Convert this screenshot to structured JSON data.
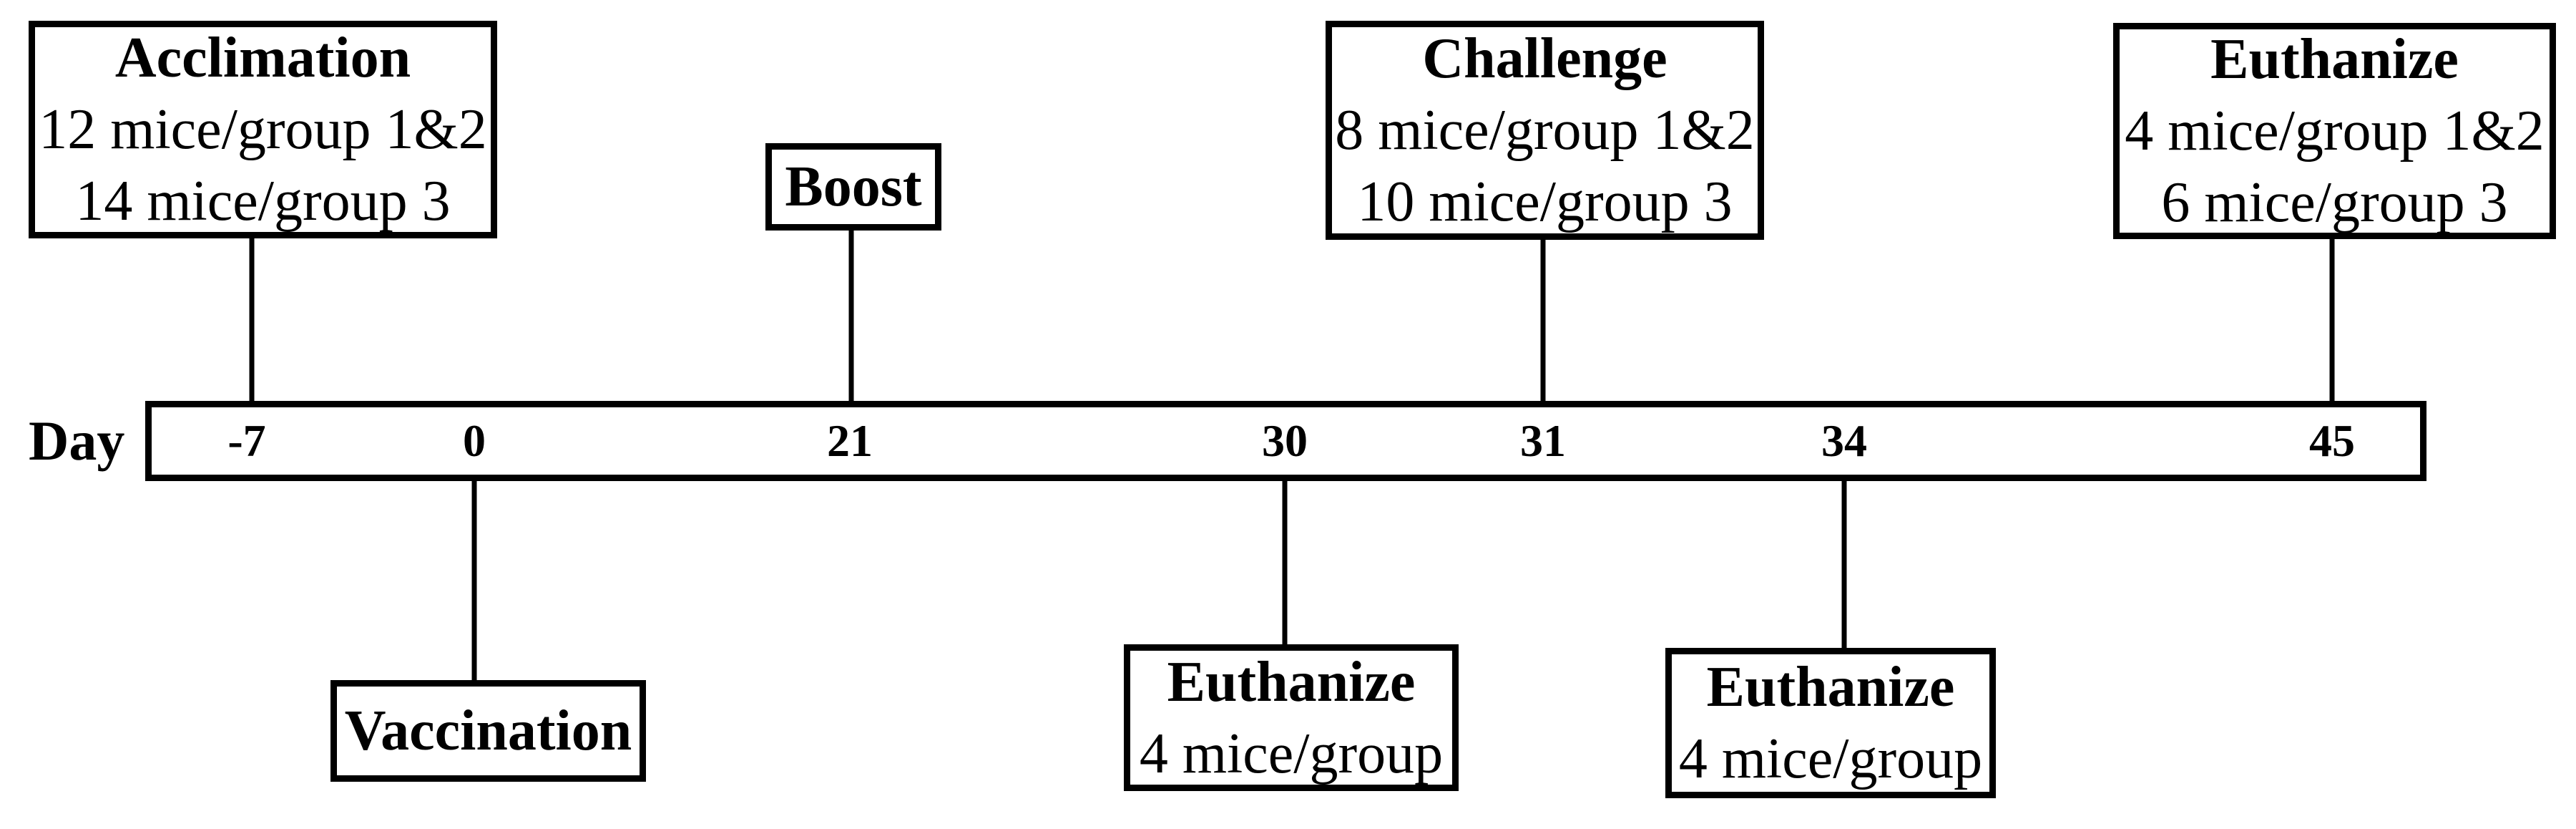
{
  "timeline": {
    "axis_label": "Day",
    "days": [
      {
        "label": "-7"
      },
      {
        "label": "0"
      },
      {
        "label": "21"
      },
      {
        "label": "30"
      },
      {
        "label": "31"
      },
      {
        "label": "34"
      },
      {
        "label": "45"
      }
    ]
  },
  "events": {
    "acclimation": {
      "title": "Acclimation",
      "lines": [
        "12 mice/group 1&2",
        "14 mice/group 3"
      ],
      "day": "-7",
      "position": "above"
    },
    "boost": {
      "title": "Boost",
      "lines": [],
      "day": "21",
      "position": "above"
    },
    "challenge": {
      "title": "Challenge",
      "lines": [
        "8 mice/group 1&2",
        "10 mice/group 3"
      ],
      "day": "31",
      "position": "above"
    },
    "euthanize_day45": {
      "title": "Euthanize",
      "lines": [
        "4 mice/group 1&2",
        "6 mice/group 3"
      ],
      "day": "45",
      "position": "above"
    },
    "vaccination": {
      "title": "Vaccination",
      "lines": [],
      "day": "0",
      "position": "below"
    },
    "euthanize_day30": {
      "title": "Euthanize",
      "lines": [
        "4 mice/group"
      ],
      "day": "30",
      "position": "below"
    },
    "euthanize_day34": {
      "title": "Euthanize",
      "lines": [
        "4 mice/group"
      ],
      "day": "34",
      "position": "below"
    }
  },
  "colors": {
    "ink": "#000000",
    "background": "#ffffff"
  }
}
